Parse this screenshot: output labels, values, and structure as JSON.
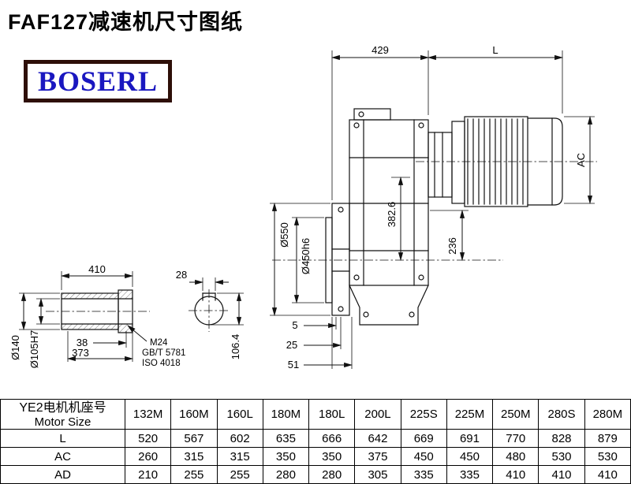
{
  "page": {
    "title": "FAF127减速机尺寸图纸"
  },
  "logo": {
    "text": "BOSERL"
  },
  "drawing": {
    "dims": {
      "d429": "429",
      "L": "L",
      "AC": "AC",
      "d550": "Ø550",
      "d450": "Ø450h6",
      "d382": "382.6",
      "d236": "236",
      "d5": "5",
      "d25": "25",
      "d51": "51",
      "d410": "410",
      "d28": "28",
      "d38": "38",
      "d373": "373",
      "d140": "Ø140",
      "d105": "Ø105H7",
      "d106": "106.4",
      "thread": "M24",
      "std_gb": "GB/T 5781",
      "std_iso": "ISO 4018"
    }
  },
  "table": {
    "header": {
      "line1": "YE2电机机座号",
      "line2": "Motor Size"
    },
    "columns": [
      "132M",
      "160M",
      "160L",
      "180M",
      "180L",
      "200L",
      "225S",
      "225M",
      "250M",
      "280S",
      "280M"
    ],
    "rows": [
      {
        "label": "L",
        "values": [
          "520",
          "567",
          "602",
          "635",
          "666",
          "642",
          "669",
          "691",
          "770",
          "828",
          "879"
        ]
      },
      {
        "label": "AC",
        "values": [
          "260",
          "315",
          "315",
          "350",
          "350",
          "375",
          "450",
          "450",
          "480",
          "530",
          "530"
        ]
      },
      {
        "label": "AD",
        "values": [
          "210",
          "255",
          "255",
          "280",
          "280",
          "305",
          "335",
          "335",
          "410",
          "410",
          "410"
        ]
      }
    ]
  }
}
